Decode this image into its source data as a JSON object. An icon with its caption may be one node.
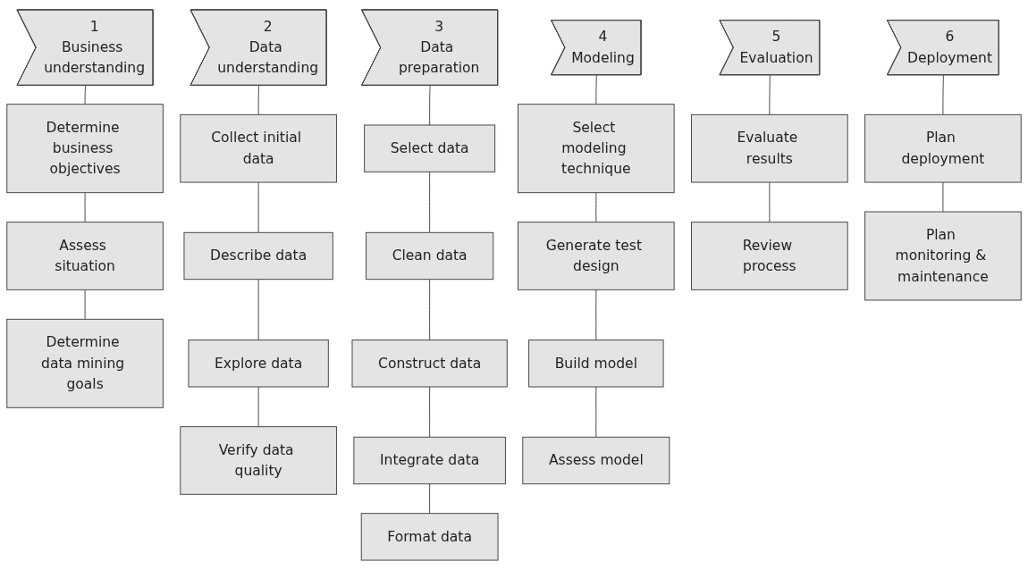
{
  "diagram": {
    "nodes": [
      {
        "text": [
          "1",
          "Business understanding"
        ]
      },
      {
        "text": [
          "2",
          "Data understanding"
        ]
      },
      {
        "text": [
          "3",
          "Data preparation"
        ]
      },
      {
        "text": [
          "4",
          "Modeling"
        ]
      },
      {
        "text": [
          "5",
          "Evaluation"
        ]
      },
      {
        "text": [
          "6",
          "Deployment"
        ]
      },
      {
        "text": [
          "Determine business objectives"
        ]
      },
      {
        "text": [
          "Assess situation"
        ]
      },
      {
        "text": [
          "Determine data mining goals"
        ]
      },
      {
        "text": [
          "Collect initial data"
        ]
      },
      {
        "text": [
          "Describe data"
        ]
      },
      {
        "text": [
          "Explore data"
        ]
      },
      {
        "text": [
          "Verify data quality"
        ]
      },
      {
        "text": [
          "Select data"
        ]
      },
      {
        "text": [
          "Clean data"
        ]
      },
      {
        "text": [
          "Construct data"
        ]
      },
      {
        "text": [
          "Integrate data"
        ]
      },
      {
        "text": [
          "Format data"
        ]
      },
      {
        "text": [
          "Select modeling technique"
        ]
      },
      {
        "text": [
          "Generate test design"
        ]
      },
      {
        "text": [
          "Build model"
        ]
      },
      {
        "text": [
          "Assess model"
        ]
      },
      {
        "text": [
          "Evaluate results"
        ]
      },
      {
        "text": [
          "Review process"
        ]
      },
      {
        "text": [
          "Plan deployment"
        ]
      },
      {
        "text": [
          "Plan monitoring & maintenance"
        ]
      }
    ],
    "edges": [
      {
        "from": 0,
        "to": 6,
        "arrow": "none"
      },
      {
        "from": 6,
        "to": 7,
        "arrow": "none"
      },
      {
        "from": 7,
        "to": 8,
        "arrow": "none"
      },
      {
        "from": 1,
        "to": 9,
        "arrow": "none"
      },
      {
        "from": 9,
        "to": 10,
        "arrow": "none"
      },
      {
        "from": 10,
        "to": 11,
        "arrow": "none"
      },
      {
        "from": 11,
        "to": 12,
        "arrow": "none"
      },
      {
        "from": 2,
        "to": 13,
        "arrow": "none"
      },
      {
        "from": 13,
        "to": 14,
        "arrow": "none"
      },
      {
        "from": 14,
        "to": 15,
        "arrow": "none"
      },
      {
        "from": 15,
        "to": 16,
        "arrow": "none"
      },
      {
        "from": 16,
        "to": 17,
        "arrow": "none"
      },
      {
        "from": 3,
        "to": 18,
        "arrow": "none"
      },
      {
        "from": 18,
        "to": 19,
        "arrow": "none"
      },
      {
        "from": 19,
        "to": 20,
        "arrow": "none"
      },
      {
        "from": 20,
        "to": 21,
        "arrow": "none"
      },
      {
        "from": 4,
        "to": 22,
        "arrow": "none"
      },
      {
        "from": 22,
        "to": 23,
        "arrow": "none"
      },
      {
        "from": 5,
        "to": 24,
        "arrow": "none"
      },
      {
        "from": 24,
        "to": 25,
        "arrow": "none"
      }
    ]
  }
}
